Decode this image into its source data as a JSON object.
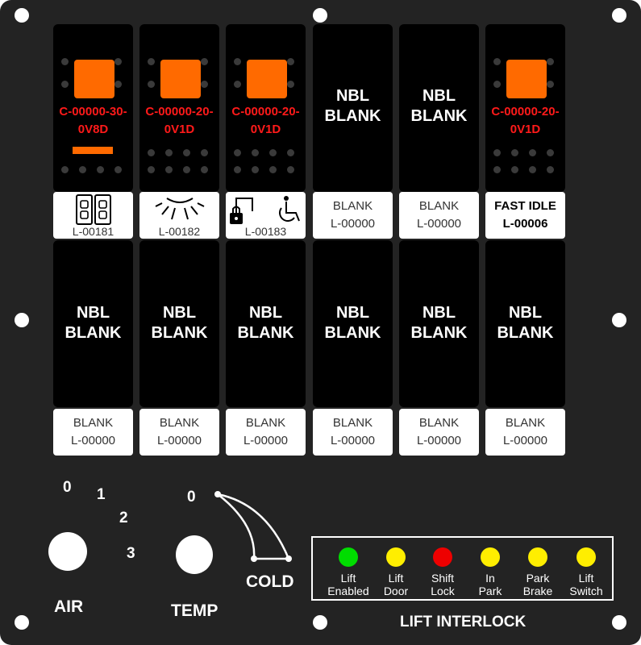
{
  "switch_row": [
    {
      "type": "rocker",
      "part_number": [
        "C-00000-30-",
        "0V8D"
      ],
      "has_indicator_bar": true
    },
    {
      "type": "rocker",
      "part_number": [
        "C-00000-20-",
        "0V1D"
      ],
      "has_indicator_bar": false
    },
    {
      "type": "rocker",
      "part_number": [
        "C-00000-20-",
        "0V1D"
      ],
      "has_indicator_bar": false
    },
    {
      "type": "blank",
      "text": [
        "NBL",
        "BLANK"
      ]
    },
    {
      "type": "blank",
      "text": [
        "NBL",
        "BLANK"
      ]
    },
    {
      "type": "rocker",
      "part_number": [
        "C-00000-20-",
        "0V1D"
      ],
      "has_indicator_bar": false
    }
  ],
  "legend_row_1": [
    {
      "icon": "door-icon",
      "code": "L-00181"
    },
    {
      "icon": "light-icon",
      "code": "L-00182"
    },
    {
      "icon": "wheelchair-lock-icon",
      "code": "L-00183"
    },
    {
      "line1": "BLANK",
      "line2": "L-00000"
    },
    {
      "line1": "BLANK",
      "line2": "L-00000"
    },
    {
      "line1": "FAST IDLE",
      "line2": "L-00006",
      "bold": true
    }
  ],
  "blank_row": [
    {
      "text": [
        "NBL",
        "BLANK"
      ]
    },
    {
      "text": [
        "NBL",
        "BLANK"
      ]
    },
    {
      "text": [
        "NBL",
        "BLANK"
      ]
    },
    {
      "text": [
        "NBL",
        "BLANK"
      ]
    },
    {
      "text": [
        "NBL",
        "BLANK"
      ]
    },
    {
      "text": [
        "NBL",
        "BLANK"
      ]
    }
  ],
  "legend_row_2": [
    {
      "line1": "BLANK",
      "line2": "L-00000"
    },
    {
      "line1": "BLANK",
      "line2": "L-00000"
    },
    {
      "line1": "BLANK",
      "line2": "L-00000"
    },
    {
      "line1": "BLANK",
      "line2": "L-00000"
    },
    {
      "line1": "BLANK",
      "line2": "L-00000"
    },
    {
      "line1": "BLANK",
      "line2": "L-00000"
    }
  ],
  "air_control": {
    "label": "AIR",
    "positions": [
      "0",
      "1",
      "2",
      "3"
    ]
  },
  "temp_control": {
    "label": "TEMP",
    "position_zero": "0",
    "cold_label": "COLD"
  },
  "lift_interlock": {
    "title": "LIFT INTERLOCK",
    "lamps": [
      {
        "line1": "Lift",
        "line2": "Enabled",
        "color": "#00dd00"
      },
      {
        "line1": "Lift",
        "line2": "Door",
        "color": "#ffee00"
      },
      {
        "line1": "Shift",
        "line2": "Lock",
        "color": "#ee0000"
      },
      {
        "line1": "In",
        "line2": "Park",
        "color": "#ffee00"
      },
      {
        "line1": "Park",
        "line2": "Brake",
        "color": "#ffee00"
      },
      {
        "line1": "Lift",
        "line2": "Switch",
        "color": "#ffee00"
      }
    ]
  },
  "colors": {
    "panel": "#232323",
    "rocker": "#ff6a00",
    "part_number": "#ff1a1a"
  }
}
